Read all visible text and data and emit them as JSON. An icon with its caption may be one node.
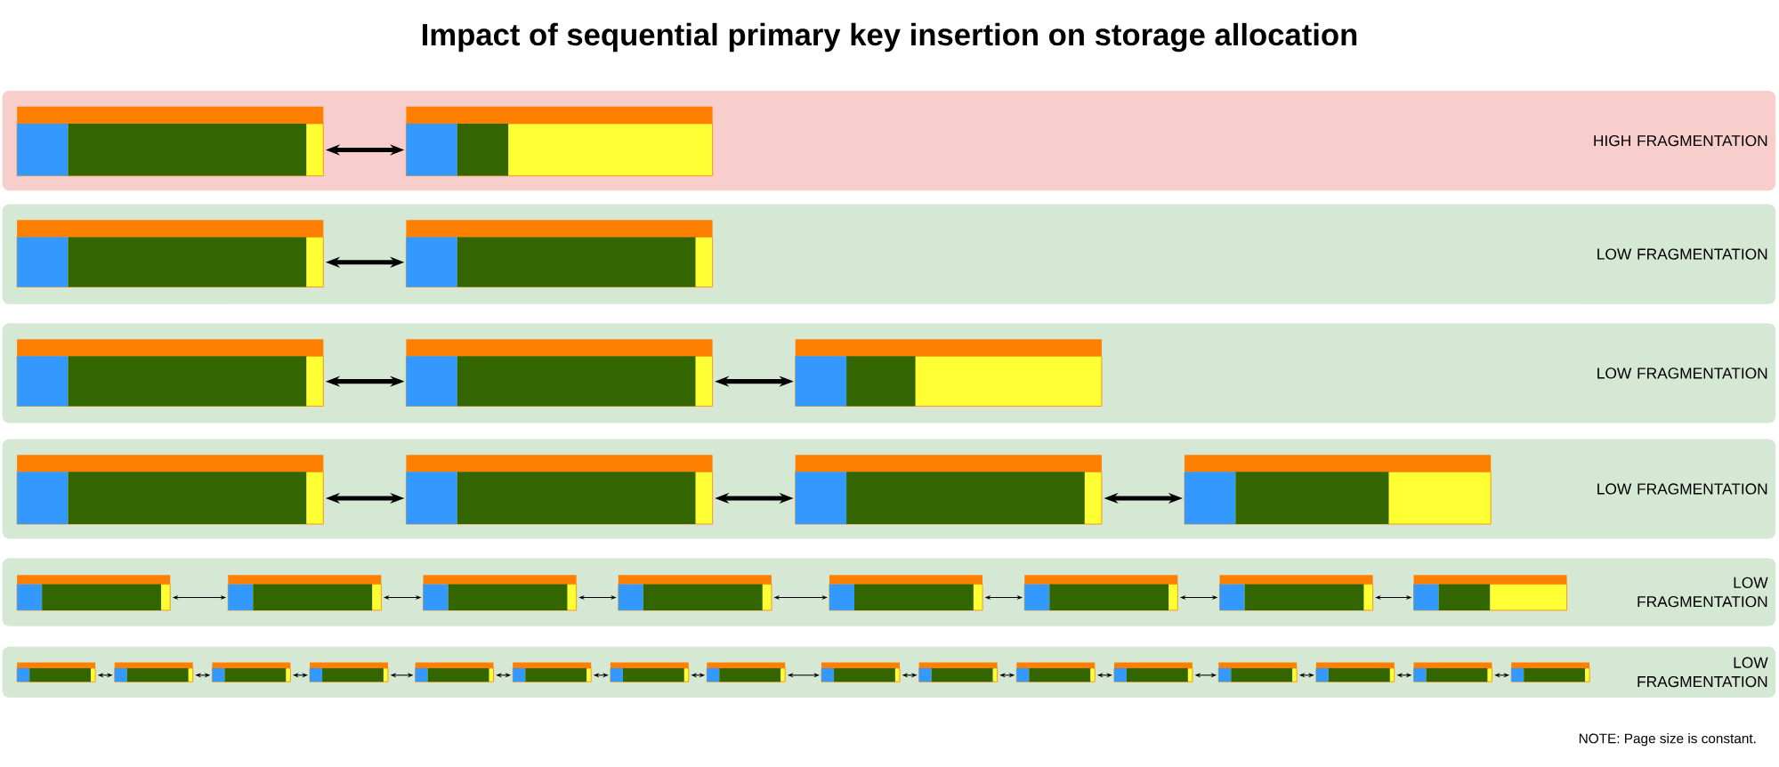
{
  "diagram": {
    "title": "Impact of sequential primary key insertion on storage allocation",
    "nodes": [
      {
        "text": [
          "HIGH FRAGMENTATION"
        ]
      },
      {
        "text": [],
        "shape": "box",
        "in": 0
      },
      {
        "text": [],
        "shape": "box",
        "in": 0
      },
      {
        "text": [
          "LOW FRAGMENTATION"
        ]
      },
      {
        "text": [],
        "shape": "box",
        "in": 3
      },
      {
        "text": [],
        "shape": "box",
        "in": 3
      },
      {
        "text": [
          "LOW FRAGMENTATION"
        ]
      },
      {
        "text": [],
        "shape": "box",
        "in": 6
      },
      {
        "text": [],
        "shape": "box",
        "in": 6
      },
      {
        "text": [],
        "shape": "box",
        "in": 6
      },
      {
        "text": [
          "LOW FRAGMENTATION"
        ]
      },
      {
        "text": [],
        "shape": "box",
        "in": 10
      },
      {
        "text": [],
        "shape": "box",
        "in": 10
      },
      {
        "text": [],
        "shape": "box",
        "in": 10
      },
      {
        "text": [],
        "shape": "box",
        "in": 10
      },
      {
        "text": [
          "LOW FRAGMENTATION"
        ]
      },
      {
        "text": [],
        "shape": "box",
        "in": 15
      },
      {
        "text": [],
        "shape": "box",
        "in": 15
      },
      {
        "text": [],
        "shape": "box",
        "in": 15
      },
      {
        "text": [],
        "shape": "box",
        "in": 15
      },
      {
        "text": [],
        "shape": "box",
        "in": 15
      },
      {
        "text": [],
        "shape": "box",
        "in": 15
      },
      {
        "text": [],
        "shape": "box",
        "in": 15
      },
      {
        "text": [],
        "shape": "box",
        "in": 15
      },
      {
        "text": [
          "LOW FRAGMENTATION"
        ]
      },
      {
        "text": [],
        "shape": "box",
        "in": 24
      },
      {
        "text": [],
        "shape": "box",
        "in": 24
      },
      {
        "text": [],
        "shape": "box",
        "in": 24
      },
      {
        "text": [],
        "shape": "box",
        "in": 24
      },
      {
        "text": [],
        "shape": "box",
        "in": 24
      },
      {
        "text": [],
        "shape": "box",
        "in": 24
      },
      {
        "text": [],
        "shape": "box",
        "in": 24
      },
      {
        "text": [],
        "shape": "box",
        "in": 24
      },
      {
        "text": [],
        "shape": "box",
        "in": 24
      },
      {
        "text": [],
        "shape": "box",
        "in": 24
      },
      {
        "text": [],
        "shape": "box",
        "in": 24
      },
      {
        "text": [],
        "shape": "box",
        "in": 24
      },
      {
        "text": [],
        "shape": "box",
        "in": 24
      },
      {
        "text": [],
        "shape": "box",
        "in": 24
      },
      {
        "text": [],
        "shape": "box",
        "in": 24
      },
      {
        "text": [],
        "shape": "box",
        "in": 24
      }
    ],
    "edges": [
      {
        "from": 1,
        "to": 2,
        "arrow": "both",
        "style": "thick"
      },
      {
        "from": 4,
        "to": 5,
        "arrow": "both",
        "style": "thick"
      },
      {
        "from": 7,
        "to": 8,
        "arrow": "both",
        "style": "thick"
      },
      {
        "from": 8,
        "to": 9,
        "arrow": "both",
        "style": "thick"
      },
      {
        "from": 11,
        "to": 12,
        "arrow": "both",
        "style": "thick"
      },
      {
        "from": 12,
        "to": 13,
        "arrow": "both",
        "style": "thick"
      },
      {
        "from": 13,
        "to": 14,
        "arrow": "both",
        "style": "thick"
      },
      {
        "from": 16,
        "to": 17,
        "arrow": "both"
      },
      {
        "from": 17,
        "to": 18,
        "arrow": "both"
      },
      {
        "from": 18,
        "to": 19,
        "arrow": "both"
      },
      {
        "from": 19,
        "to": 20,
        "arrow": "both"
      },
      {
        "from": 20,
        "to": 21,
        "arrow": "both"
      },
      {
        "from": 21,
        "to": 22,
        "arrow": "both"
      },
      {
        "from": 22,
        "to": 23,
        "arrow": "both"
      },
      {
        "from": 25,
        "to": 26,
        "arrow": "both"
      },
      {
        "from": 26,
        "to": 27,
        "arrow": "both"
      },
      {
        "from": 27,
        "to": 28,
        "arrow": "both"
      },
      {
        "from": 28,
        "to": 29,
        "arrow": "both"
      },
      {
        "from": 29,
        "to": 30,
        "arrow": "both"
      },
      {
        "from": 30,
        "to": 31,
        "arrow": "both"
      },
      {
        "from": 31,
        "to": 32,
        "arrow": "both"
      },
      {
        "from": 32,
        "to": 33,
        "arrow": "both"
      },
      {
        "from": 33,
        "to": 34,
        "arrow": "both"
      },
      {
        "from": 34,
        "to": 35,
        "arrow": "both"
      },
      {
        "from": 35,
        "to": 36,
        "arrow": "both"
      },
      {
        "from": 36,
        "to": 37,
        "arrow": "both"
      },
      {
        "from": 37,
        "to": 38,
        "arrow": "both"
      },
      {
        "from": 38,
        "to": 39,
        "arrow": "both"
      },
      {
        "from": 39,
        "to": 40,
        "arrow": "both"
      }
    ],
    "labels": [
      "NOTE: Page size is constant."
    ]
  }
}
